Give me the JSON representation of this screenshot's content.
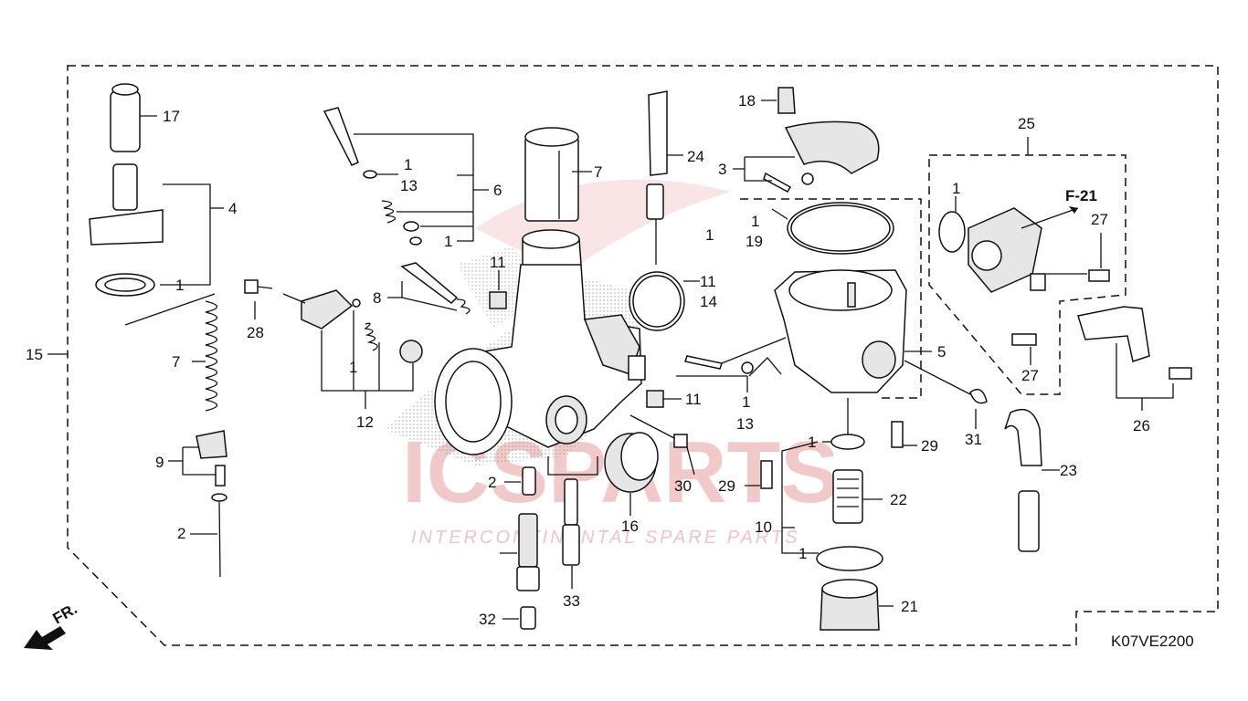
{
  "diagram": {
    "code": "K07VE2200",
    "reference": "F-21",
    "direction": "FR.",
    "watermark": {
      "brand": "ICSPARTS",
      "tagline": "INTERCONTINENTAL SPARE PARTS"
    }
  },
  "callouts": {
    "c1": "1",
    "c2": "2",
    "c3": "3",
    "c4": "4",
    "c5": "5",
    "c6": "6",
    "c7": "7",
    "c8": "8",
    "c9": "9",
    "c10": "10",
    "c11": "11",
    "c12": "12",
    "c13": "13",
    "c14": "14",
    "c15": "15",
    "c16": "16",
    "c17": "17",
    "c18": "18",
    "c19": "19",
    "c21": "21",
    "c22": "22",
    "c23": "23",
    "c24": "24",
    "c25": "25",
    "c26": "26",
    "c27": "27",
    "c28": "28",
    "c29": "29",
    "c30": "30",
    "c31": "31",
    "c32": "32",
    "c33": "33"
  }
}
